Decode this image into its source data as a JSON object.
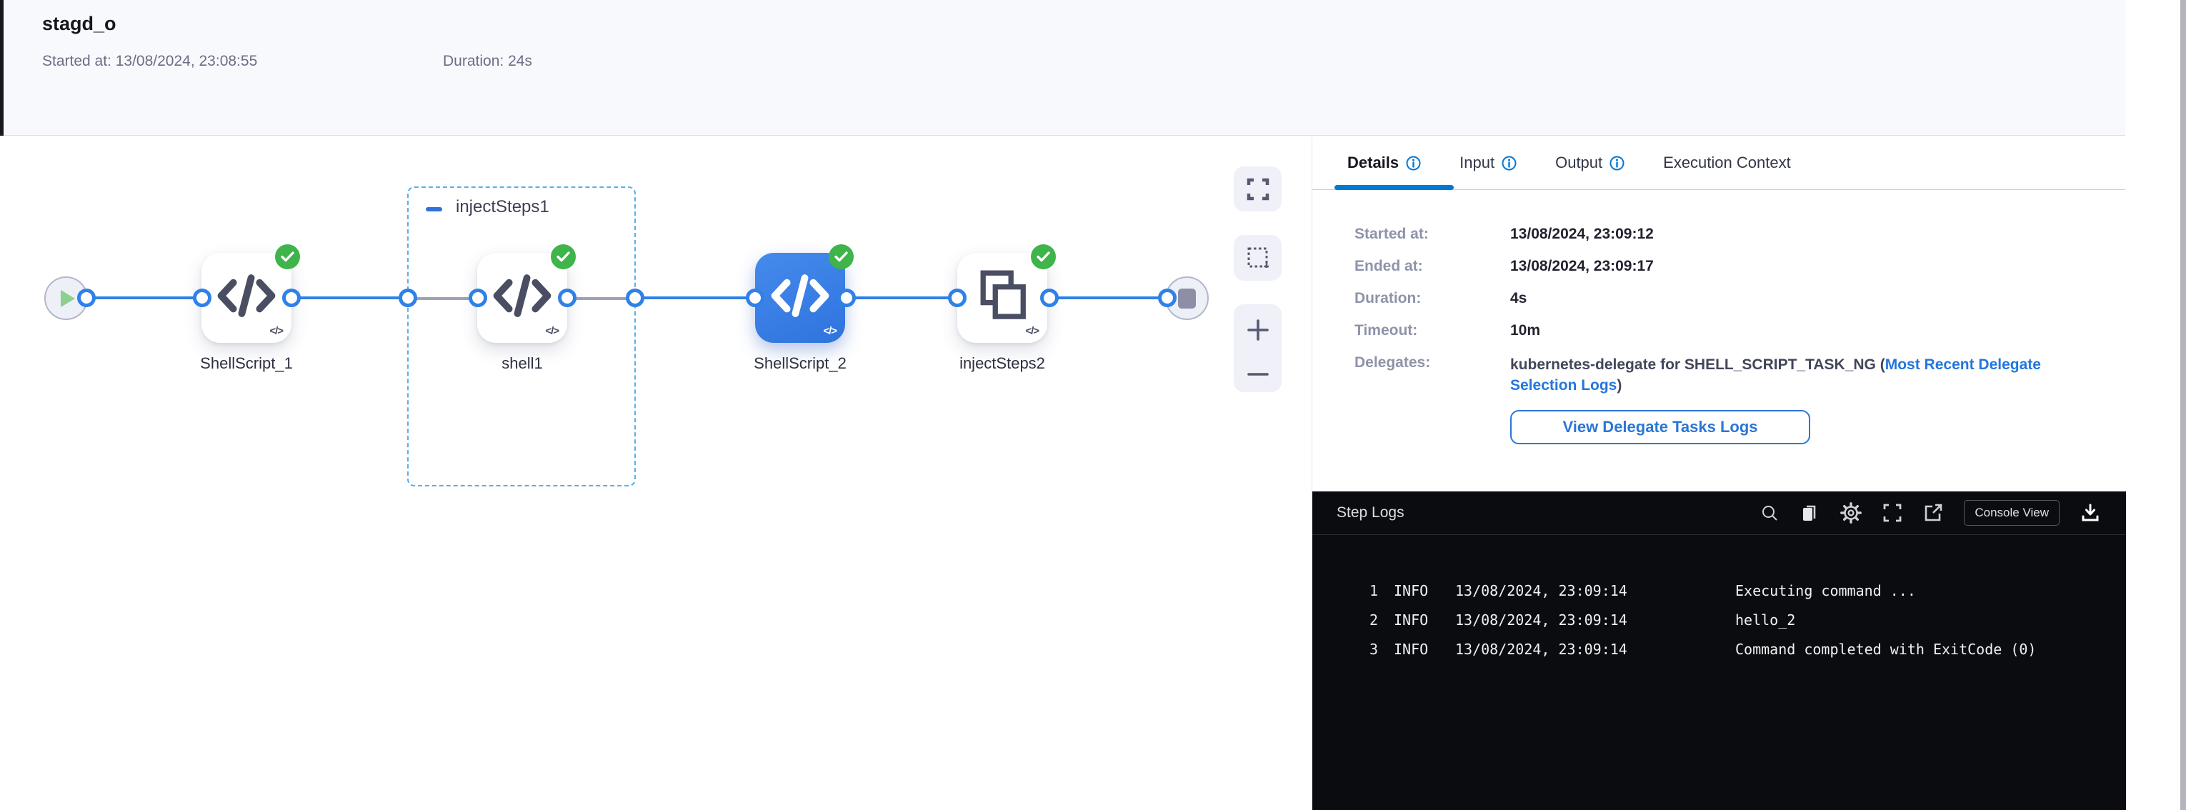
{
  "colors": {
    "accent": "#0278d5",
    "edge_blue": "#2f81e8",
    "success_green": "#3eb44a",
    "node_blue": "#2f73de"
  },
  "header": {
    "title": "stagd_o",
    "started_label": "Started at:",
    "started_value": "13/08/2024, 23:08:55",
    "duration_label": "Duration:",
    "duration_value": "24s"
  },
  "pipeline": {
    "group": {
      "label": "injectSteps1"
    },
    "nodes": [
      {
        "label": "ShellScript_1",
        "type": "shell-script",
        "status": "success"
      },
      {
        "label": "shell1",
        "type": "shell-script",
        "status": "success"
      },
      {
        "label": "ShellScript_2",
        "type": "shell-script",
        "status": "success",
        "selected": true
      },
      {
        "label": "injectSteps2",
        "type": "steps-group",
        "status": "success"
      }
    ],
    "controls": [
      "fit-view",
      "marquee-select",
      "zoom-in",
      "zoom-out"
    ]
  },
  "tabs": {
    "items": [
      {
        "label": "Details",
        "has_info": true,
        "active": true
      },
      {
        "label": "Input",
        "has_info": true,
        "active": false
      },
      {
        "label": "Output",
        "has_info": true,
        "active": false
      },
      {
        "label": "Execution Context",
        "has_info": false,
        "active": false
      }
    ]
  },
  "details": {
    "rows": [
      {
        "label": "Started at:",
        "value": "13/08/2024, 23:09:12"
      },
      {
        "label": "Ended at:",
        "value": "13/08/2024, 23:09:17"
      },
      {
        "label": "Duration:",
        "value": "4s"
      },
      {
        "label": "Timeout:",
        "value": "10m"
      }
    ],
    "delegates_label": "Delegates:",
    "delegates_text": "kubernetes-delegate for SHELL_SCRIPT_TASK_NG (",
    "delegates_link": "Most Recent Delegate Selection Logs",
    "delegates_suffix": ")",
    "button_label": "View Delegate Tasks Logs"
  },
  "step_logs": {
    "title": "Step Logs",
    "console_view_label": "Console View",
    "icons": [
      "search-icon",
      "copy-icon",
      "settings-icon",
      "fullscreen-icon",
      "external-link-icon",
      "download-icon"
    ],
    "lines": [
      {
        "n": "1",
        "level": "INFO",
        "time": "13/08/2024, 23:09:14",
        "message": "Executing command ..."
      },
      {
        "n": "2",
        "level": "INFO",
        "time": "13/08/2024, 23:09:14",
        "message": "hello_2"
      },
      {
        "n": "3",
        "level": "INFO",
        "time": "13/08/2024, 23:09:14",
        "message": "Command completed with ExitCode (0)"
      }
    ]
  }
}
